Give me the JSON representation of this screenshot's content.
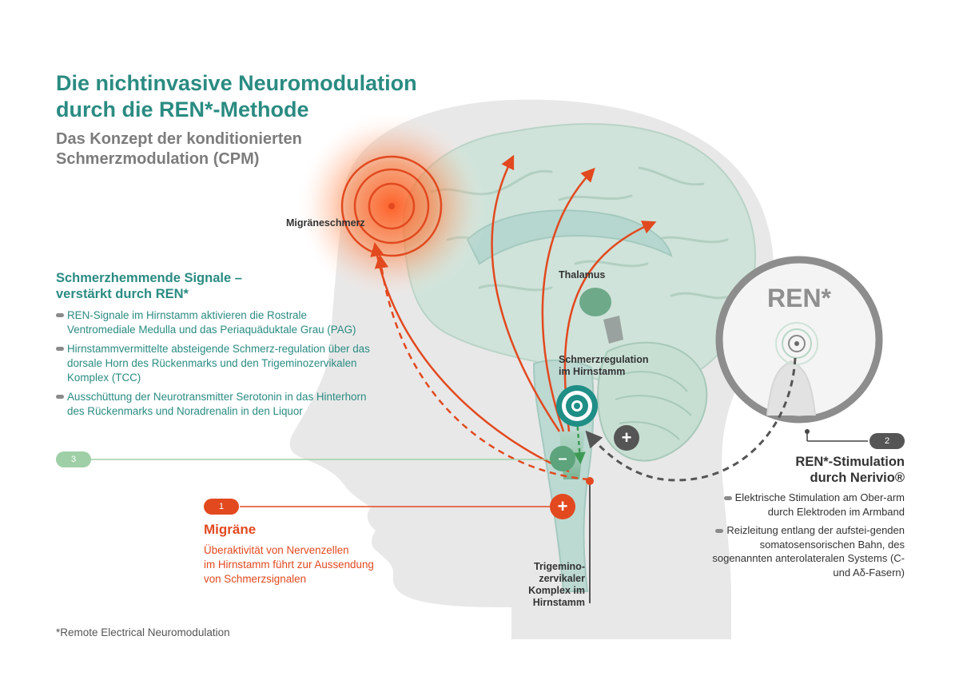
{
  "title_line1": "Die nichtinvasive Neuromodulation",
  "title_line2": "durch die REN*-Methode",
  "subtitle_line1": "Das Konzept der konditionierten",
  "subtitle_line2": "Schmerzmodulation (CPM)",
  "labels": {
    "migraine_pain": "Migräneschmerz",
    "thalamus": "Thalamus",
    "pain_regulation_line1": "Schmerzregulation",
    "pain_regulation_line2": "im Hirnstamm",
    "trigemino_line1": "Trigemino-",
    "trigemino_line2": "zervikaler",
    "trigemino_line3": "Komplex im",
    "trigemino_line4": "Hirnstamm",
    "ren_circle": "REN*"
  },
  "inhibit": {
    "heading_line1": "Schmerzhemmende Signale –",
    "heading_line2": "verstärkt durch REN*",
    "bullets": [
      "REN-Signale im Hirnstamm aktivieren die Rostrale Ventromediale Medulla und das Periaquäduktale Grau (PAG)",
      "Hirnstammvermittelte absteigende Schmerz-regulation über das dorsale Horn des Rückenmarks und den Trigeminozervikalen Komplex (TCC)",
      "Ausschüttung der Neurotransmitter Serotonin in das Hinterhorn des Rückenmarks und Noradrenalin in den Liquor"
    ],
    "badge": "3"
  },
  "migraine": {
    "badge": "1",
    "title": "Migräne",
    "desc_line1": "Überaktivität von Nervenzellen",
    "desc_line2": "im Hirnstamm führt zur Aussendung",
    "desc_line3": "von Schmerzsignalen"
  },
  "ren": {
    "badge": "2",
    "title_line1": "REN*-Stimulation",
    "title_line2": "durch Nerivio®",
    "bullets": [
      "Elektrische Stimulation am Ober-arm durch Elektroden im Armband",
      "Reizleitung entlang der aufstei-genden somatosensorischen Bahn, des sogenannten anterolateralen Systems (C- und Aδ-Fasern)"
    ]
  },
  "signs": {
    "plus": "+",
    "minus": "–"
  },
  "footnote": "*Remote Electrical Neuromodulation",
  "colors": {
    "teal": "#2a8b82",
    "orange": "#e2491f",
    "green": "#5da47c",
    "grey": "#8a8a8a",
    "head": "#e8e8e8",
    "brain": "#cfe3da"
  }
}
